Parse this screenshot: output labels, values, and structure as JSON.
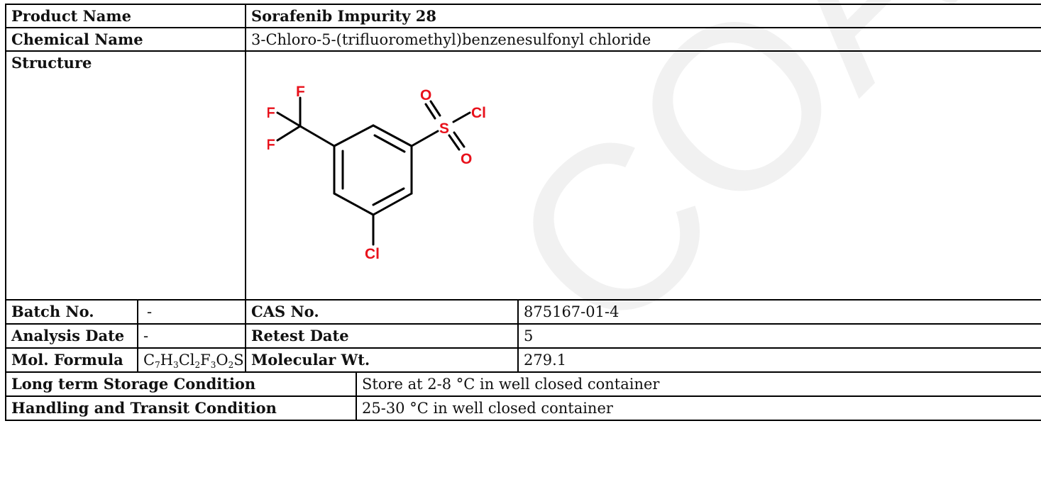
{
  "watermark": {
    "text": "COA",
    "color": "#f2f2f2"
  },
  "product": {
    "product_name_label": "Product Name",
    "product_name_value": "Sorafenib Impurity 28",
    "chemical_name_label": "Chemical Name",
    "chemical_name_value": "3-Chloro-5-(trifluoromethyl)benzenesulfonyl chloride",
    "structure_label": "Structure"
  },
  "structure": {
    "atoms": {
      "f_top": "F",
      "f_left": "F",
      "f_bottom": "F",
      "o_top": "O",
      "o_bottom": "O",
      "s": "S",
      "cl_sulfonyl": "Cl",
      "cl_ring": "Cl"
    },
    "atom_color": "#e8111b"
  },
  "details": {
    "batch_label": "Batch No.",
    "batch_value": "-",
    "cas_label": "CAS No.",
    "cas_value": "875167-01-4",
    "analysis_date_label": "Analysis Date",
    "analysis_date_value": "-",
    "retest_label": "Retest Date",
    "retest_value": "5",
    "formula_label": "Mol. Formula",
    "formula_parts": [
      "C",
      "7",
      "H",
      "3",
      "Cl",
      "2",
      "F",
      "3",
      "O",
      "2",
      "S"
    ],
    "mw_label": "Molecular Wt.",
    "mw_value": "279.1",
    "storage_label": "Long term Storage Condition",
    "storage_value": "Store at 2-8 °C in well closed container",
    "handling_label": "Handling and Transit Condition",
    "handling_value": "25-30 °C in well closed container"
  }
}
